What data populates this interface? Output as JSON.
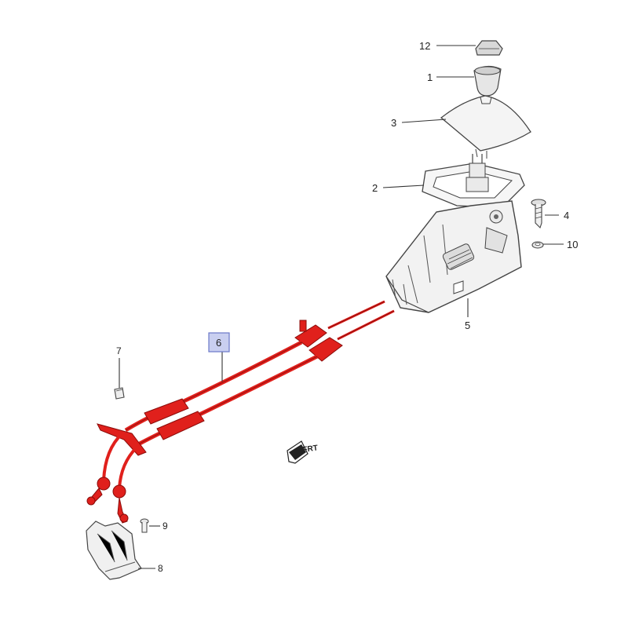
{
  "diagram": {
    "colors": {
      "highlight": "#e0201c",
      "highlight_dark": "#9c0e0c",
      "line": "#333333",
      "part_fill": "#ffffff",
      "part_stroke": "#444444",
      "callout_box_fill": "#c9cff0",
      "callout_box_stroke": "#6c78c8"
    },
    "callouts": [
      {
        "id": "12",
        "label": "12"
      },
      {
        "id": "1",
        "label": "1"
      },
      {
        "id": "3",
        "label": "3"
      },
      {
        "id": "2",
        "label": "2"
      },
      {
        "id": "4",
        "label": "4"
      },
      {
        "id": "10",
        "label": "10"
      },
      {
        "id": "5",
        "label": "5"
      },
      {
        "id": "6",
        "label": "6",
        "highlighted": true
      },
      {
        "id": "7",
        "label": "7"
      },
      {
        "id": "9",
        "label": "9"
      },
      {
        "id": "8",
        "label": "8"
      }
    ],
    "front_marker": {
      "label": "FRT",
      "icon": "front-direction-arrow-icon"
    }
  }
}
